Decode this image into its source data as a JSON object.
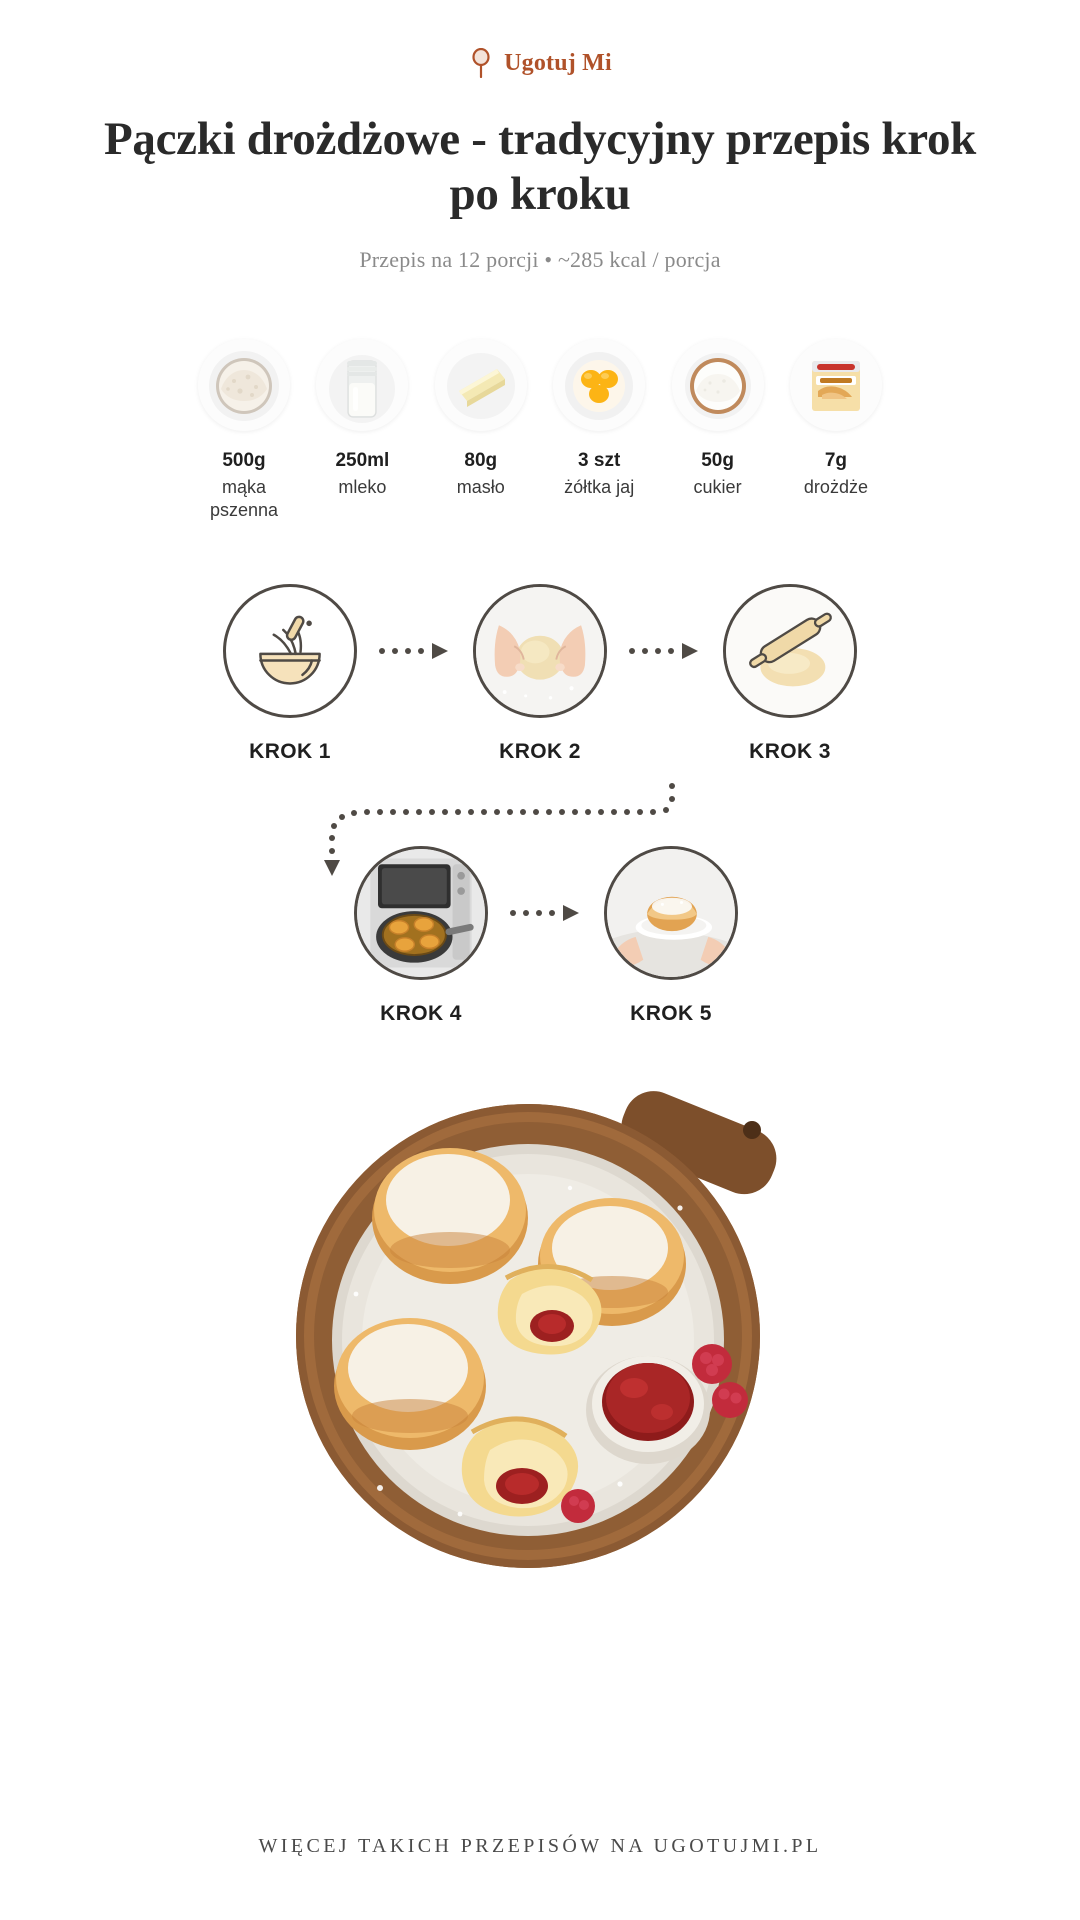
{
  "brand": {
    "name": "Ugotuj Mi",
    "mark_icon": "spoon-icon",
    "color": "#b0522a"
  },
  "header": {
    "title": "Pączki drożdżowe - tradycyjny przepis krok po kroku",
    "subtitle": "Przepis na 12 porcji • ~285 kcal / porcja",
    "servings": "12",
    "kcal_per_portion": "~285 kcal / porcja"
  },
  "ingredients": [
    {
      "amount": "500g",
      "name": "mąka pszenna",
      "icon": "flour-bowl-icon"
    },
    {
      "amount": "250ml",
      "name": "mleko",
      "icon": "milk-jar-icon"
    },
    {
      "amount": "80g",
      "name": "masło",
      "icon": "butter-stick-icon"
    },
    {
      "amount": "3 szt",
      "name": "żółtka jaj",
      "icon": "egg-yolks-bowl-icon"
    },
    {
      "amount": "50g",
      "name": "cukier",
      "icon": "sugar-bowl-icon"
    },
    {
      "amount": "7g",
      "name": "drożdże",
      "icon": "yeast-packet-icon"
    }
  ],
  "steps_row_1": [
    {
      "label": "KROK 1",
      "icon": "mixing-bowl-whisk-icon"
    },
    {
      "label": "KROK 2",
      "icon": "kneading-dough-icon"
    },
    {
      "label": "KROK 3",
      "icon": "rolling-pin-dough-icon"
    }
  ],
  "steps_row_2": [
    {
      "label": "KROK 4",
      "icon": "frying-donuts-icon"
    },
    {
      "label": "KROK 5",
      "icon": "finished-donut-plate-icon"
    }
  ],
  "hero": {
    "icon": "donuts-board-photo",
    "alt": "Pączki z cukrem pudrem i konfiturą na drewnianej desce"
  },
  "footer": {
    "text": "WIĘCEJ TAKICH PRZEPISÓW NA UGOTUJMI.PL"
  },
  "colors": {
    "brand": "#b0522a",
    "title": "#2a2a2a",
    "subtitle": "#8a8a8a",
    "step_ring": "#4f4a45",
    "dough": "#f2dcae",
    "jam": "#9d2020",
    "board": "#8b5a33"
  }
}
